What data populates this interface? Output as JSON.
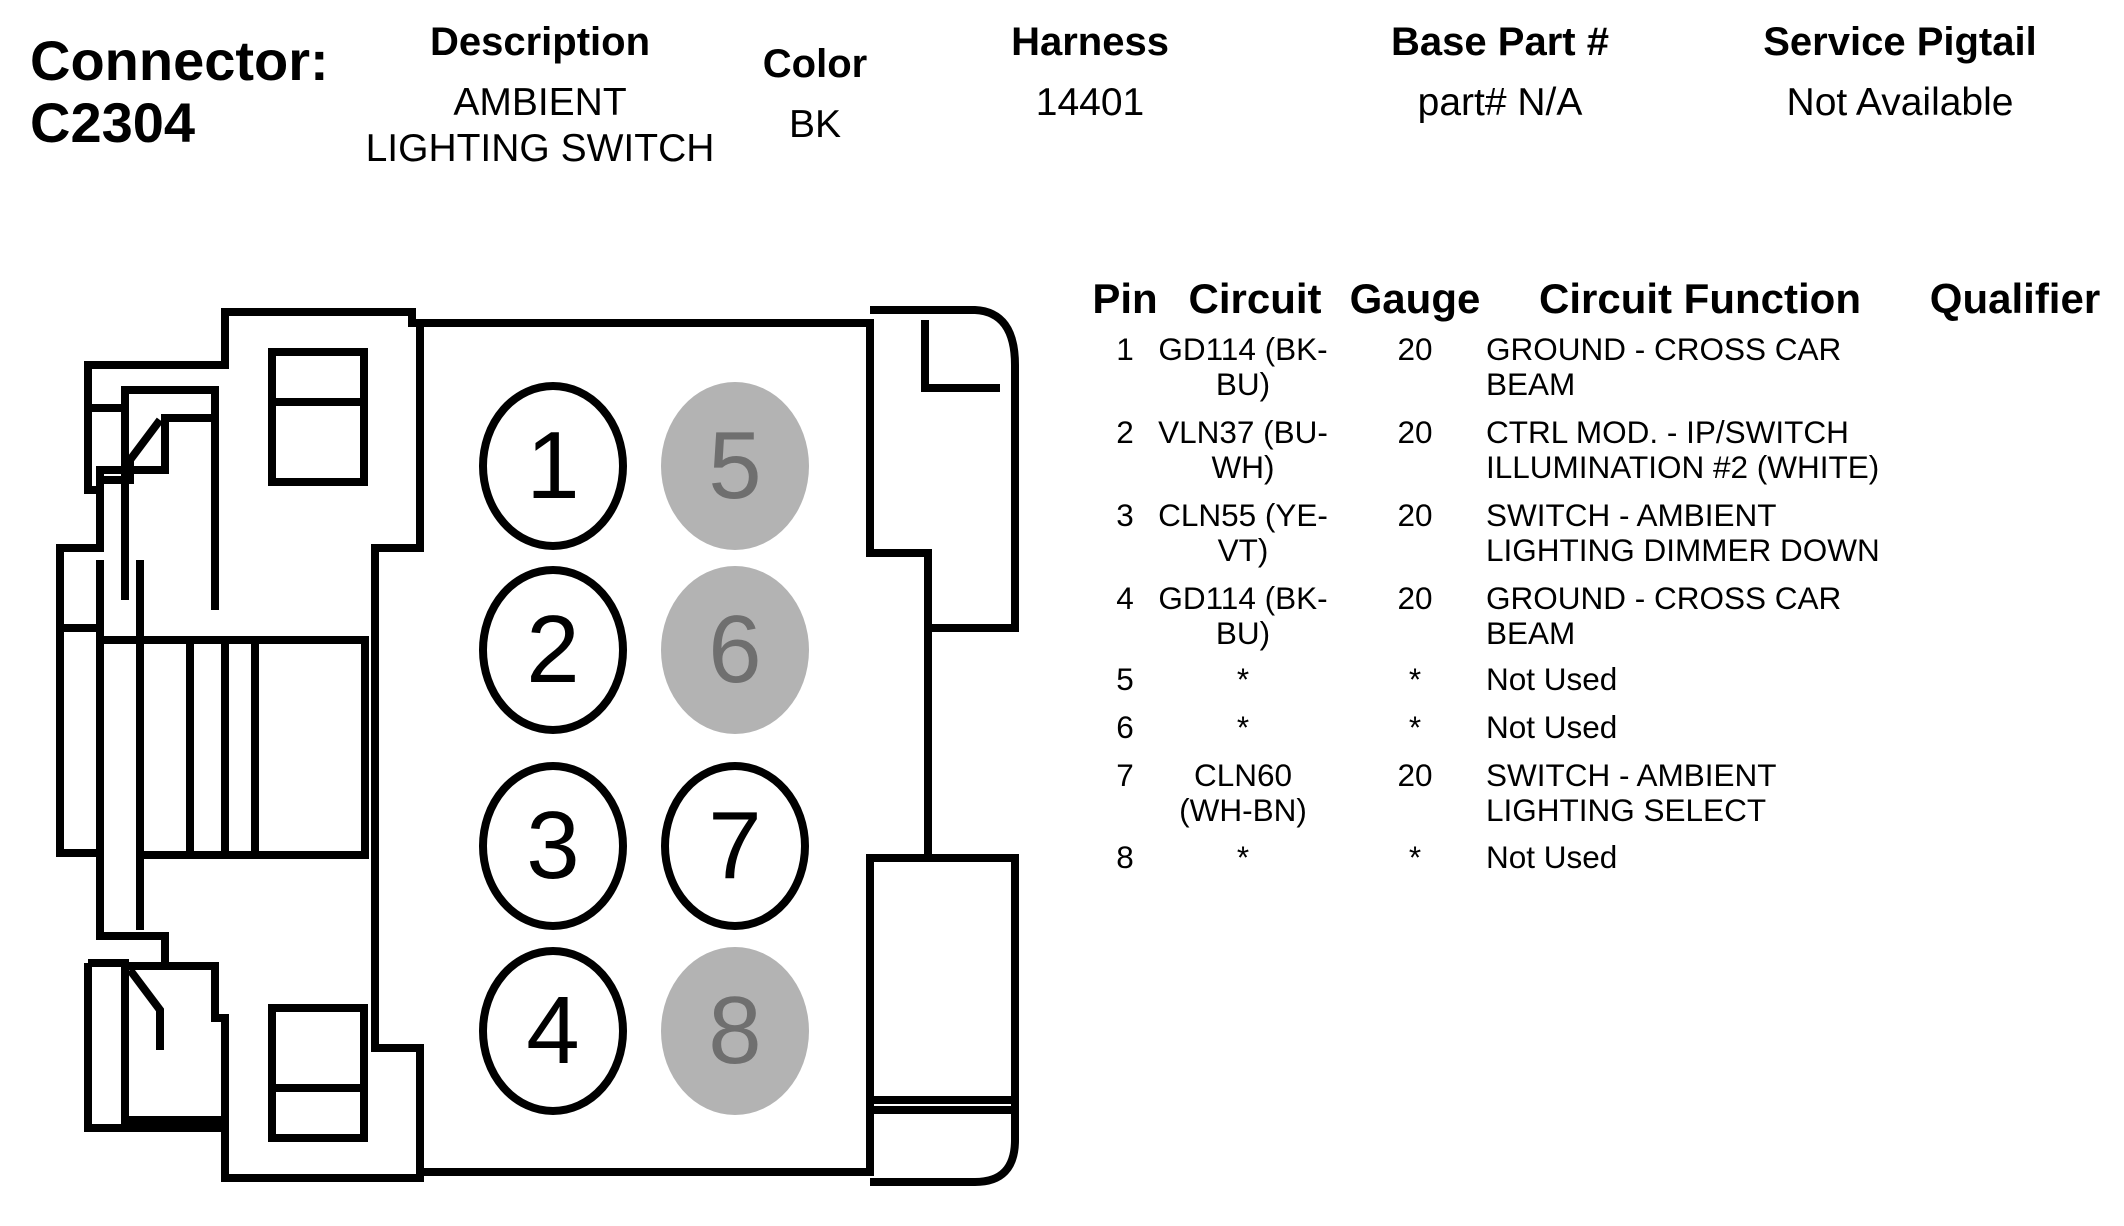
{
  "header": {
    "connector_label": "Connector:",
    "connector_id": "C2304",
    "description_label": "Description",
    "description_line1": "AMBIENT",
    "description_line2": "LIGHTING SWITCH",
    "color_label": "Color",
    "color_value": "BK",
    "harness_label": "Harness",
    "harness_value": "14401",
    "base_part_label": "Base Part #",
    "base_part_value": "part# N/A",
    "pigtail_label": "Service Pigtail",
    "pigtail_value": "Not Available"
  },
  "table": {
    "headers": {
      "pin": "Pin",
      "circuit": "Circuit",
      "gauge": "Gauge",
      "function": "Circuit Function",
      "qualifier": "Qualifier"
    },
    "rows": [
      {
        "pin": "1",
        "circuit": [
          "GD114 (BK-",
          "BU)"
        ],
        "gauge": "20",
        "function": [
          "GROUND - CROSS CAR",
          "BEAM"
        ]
      },
      {
        "pin": "2",
        "circuit": [
          "VLN37 (BU-",
          "WH)"
        ],
        "gauge": "20",
        "function": [
          "CTRL MOD. - IP/SWITCH",
          "ILLUMINATION #2 (WHITE)"
        ]
      },
      {
        "pin": "3",
        "circuit": [
          "CLN55 (YE-",
          "VT)"
        ],
        "gauge": "20",
        "function": [
          "SWITCH - AMBIENT",
          "LIGHTING DIMMER DOWN"
        ]
      },
      {
        "pin": "4",
        "circuit": [
          "GD114 (BK-",
          "BU)"
        ],
        "gauge": "20",
        "function": [
          "GROUND - CROSS CAR",
          "BEAM"
        ]
      },
      {
        "pin": "5",
        "circuit": [
          "*"
        ],
        "gauge": "*",
        "function": [
          "Not Used"
        ]
      },
      {
        "pin": "6",
        "circuit": [
          "*"
        ],
        "gauge": "*",
        "function": [
          "Not Used"
        ]
      },
      {
        "pin": "7",
        "circuit": [
          "CLN60",
          "(WH-BN)"
        ],
        "gauge": "20",
        "function": [
          "SWITCH - AMBIENT",
          "LIGHTING SELECT"
        ]
      },
      {
        "pin": "8",
        "circuit": [
          "*"
        ],
        "gauge": "*",
        "function": [
          "Not Used"
        ]
      }
    ]
  },
  "connector_diagram": {
    "pins": [
      {
        "label": "1",
        "used": true
      },
      {
        "label": "5",
        "used": false
      },
      {
        "label": "2",
        "used": true
      },
      {
        "label": "6",
        "used": false
      },
      {
        "label": "3",
        "used": true
      },
      {
        "label": "7",
        "used": true
      },
      {
        "label": "4",
        "used": true
      },
      {
        "label": "8",
        "used": false
      }
    ],
    "colors": {
      "outline": "#000000",
      "unused_pin_fill": "#b3b3b3",
      "unused_pin_text": "#6f6f6f"
    }
  }
}
